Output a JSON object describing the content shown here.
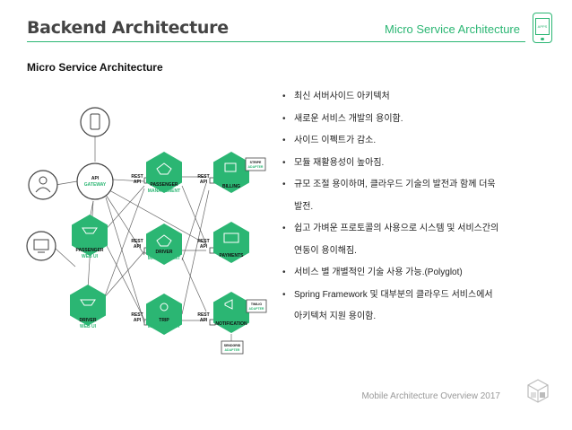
{
  "header": {
    "title": "Backend Architecture",
    "right_title": "Micro Service Architecture",
    "phone_icon_label": "APPS",
    "accent_color": "#2bb673"
  },
  "subtitle": "Micro Service Architecture",
  "diagram": {
    "top_device_icon": "smartphone-icon",
    "user_icon": "person-icon",
    "desktop_icon": "monitor-icon",
    "nodes": {
      "api_gateway": {
        "line1": "API",
        "line2": "GATEWAY"
      },
      "passenger_web": {
        "line1": "PASSENGER",
        "line2": "WEB UI"
      },
      "driver_web": {
        "line1": "DRIVER",
        "line2": "WEB UI"
      },
      "passenger_mgmt": {
        "line1": "PASSENGER",
        "line2": "MANAGEMENT"
      },
      "driver_mgmt": {
        "line1": "DRIVER",
        "line2": "MANAGEMENT"
      },
      "trip_mgmt": {
        "line1": "TRIP",
        "line2": "MANAGEMENT"
      },
      "billing": {
        "line1": "BILLING"
      },
      "payments": {
        "line1": "PAYMENTS"
      },
      "notification": {
        "line1": "NOTIFICATION"
      }
    },
    "rest_api": {
      "line1": "REST",
      "line2": "API"
    },
    "adapters": {
      "stripe": {
        "line1": "STRIPE",
        "line2": "ADAPTER"
      },
      "twilio": {
        "line1": "TWILIO",
        "line2": "ADAPTER"
      },
      "sendgrid": {
        "line1": "SENDGRID",
        "line2": "ADAPTER"
      }
    }
  },
  "bullets": [
    "최신 서버사이드 아키텍처",
    "새로운 서비스 개발의 용이함.",
    "사이드 이펙트가 감소.",
    "모듈 재활용성이 높아짐.",
    "규모 조절 용이하며, 클라우드 기술의 발전과 함께 더욱",
    "발전.",
    "쉽고 가벼운 프로토콜의 사용으로 시스템 및 서비스간의",
    "연동이 용이해짐.",
    "서비스 별 개별적인 기술 사용 가능.(Polyglot)",
    "Spring Framework 및 대부분의 클라우드 서비스에서",
    "아키텍처 지원 용이함."
  ],
  "footer": {
    "text": "Mobile Architecture Overview 2017",
    "logo_icon": "cube-logo-icon"
  }
}
